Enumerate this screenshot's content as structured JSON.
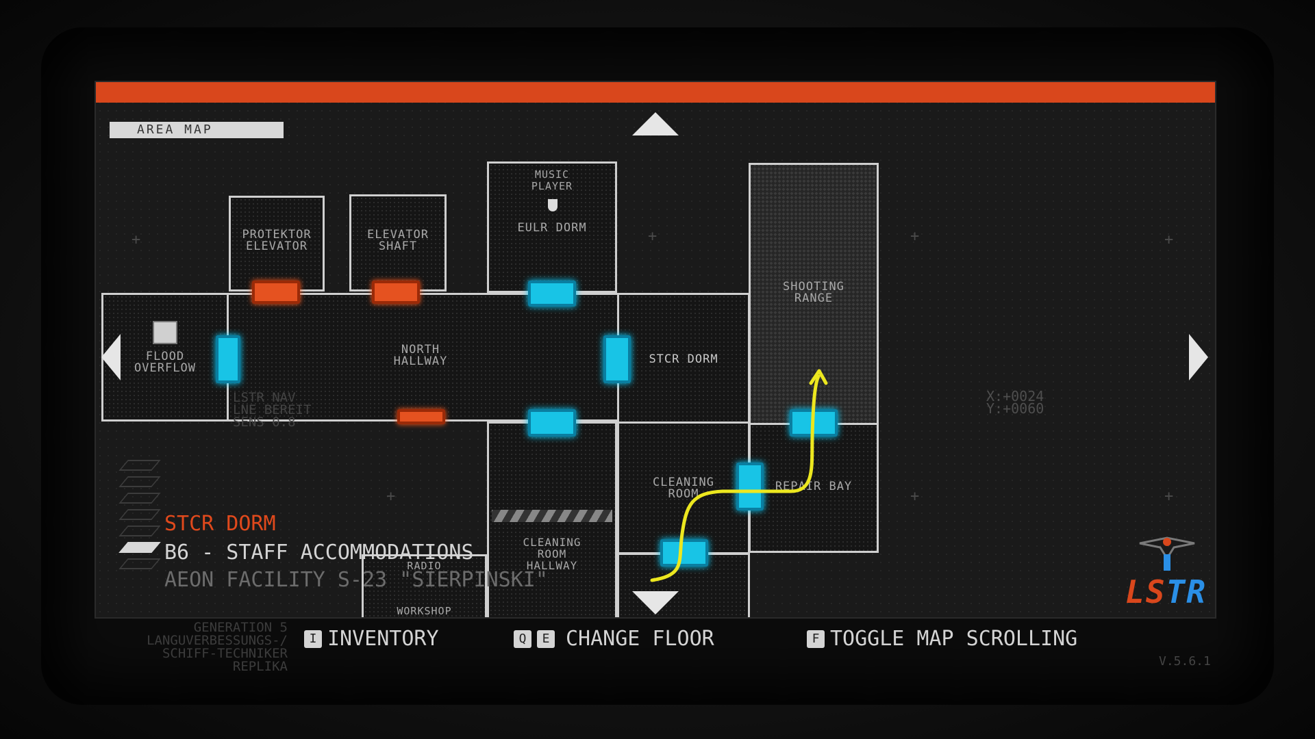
{
  "area_tag": "AREA MAP",
  "rooms": {
    "protektor_elevator": "PROTEKTOR\nELEVATOR",
    "elevator_shaft": "ELEVATOR\nSHAFT",
    "music_player": "MUSIC\nPLAYER",
    "eulr_dorm": "EULR DORM",
    "shooting_range": "SHOOTING\nRANGE",
    "flood_overflow": "FLOOD\nOVERFLOW",
    "north_hallway": "NORTH\nHALLWAY",
    "stcr_dorm": "STCR DORM",
    "cleaning_room": "CLEANING\nROOM",
    "repair_bay": "REPAIR BAY",
    "cleaning_room_hallway": "CLEANING\nROOM\nHALLWAY",
    "radio": "RADIO",
    "workshop": "WORKSHOP"
  },
  "nav_overlay": [
    "LSTR NAV",
    "LNE BEREIT",
    "SENS 0.8"
  ],
  "coords": [
    "X:+0024",
    "Y:+0060"
  ],
  "location": {
    "room": "STCR DORM",
    "floor": "B6 - STAFF ACCOMMODATIONS",
    "facility": "AEON FACILITY S-23 \"SIERPINSKI\""
  },
  "logo": "LSTR",
  "footer": {
    "generation": [
      "GENERATION 5",
      "LANGUVERBESSUNGS-/",
      "SCHIFF-TECHNIKER",
      "REPLIKA"
    ],
    "inventory_key": "I",
    "inventory": "INVENTORY",
    "floor_keys": [
      "Q",
      "E"
    ],
    "change_floor": "CHANGE FLOOR",
    "scroll_key": "F",
    "toggle_scroll": "TOGGLE MAP SCROLLING",
    "version": "V.5.6.1"
  },
  "colors": {
    "accent": "#d9471c",
    "door_open": "#18c4e6",
    "door_locked": "#e55220",
    "path": "#ece71f",
    "logo_blue": "#2a8fe6"
  }
}
